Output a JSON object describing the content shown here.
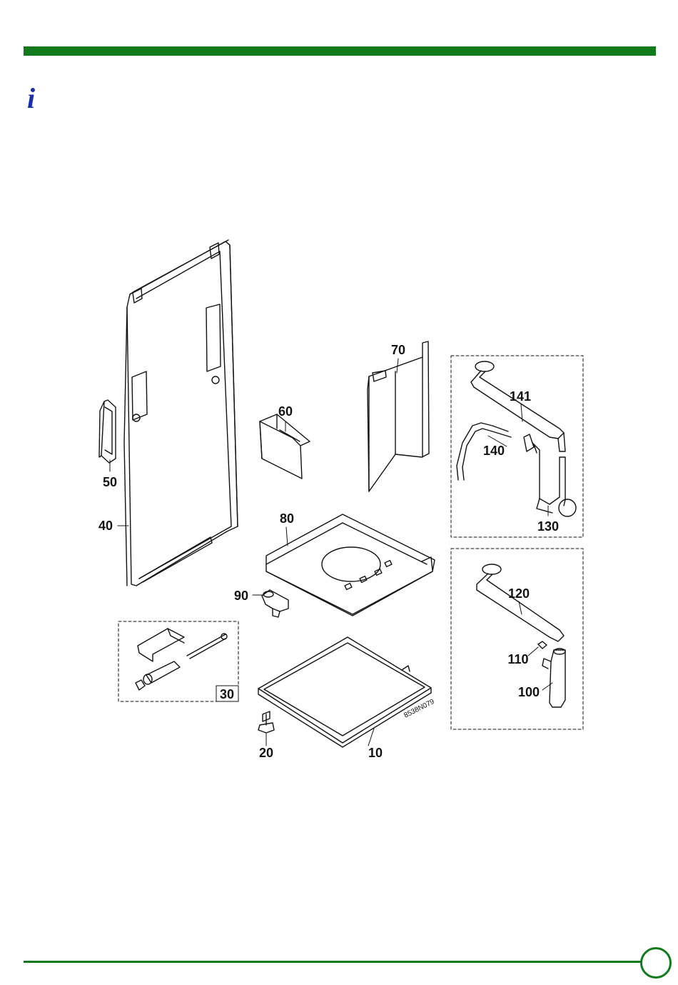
{
  "header": {
    "info_icon": "i"
  },
  "diagram": {
    "part_labels": {
      "p10": "10",
      "p20": "20",
      "p30": "30",
      "p40": "40",
      "p50": "50",
      "p60": "60",
      "p70": "70",
      "p80": "80",
      "p90": "90",
      "p100": "100",
      "p110": "110",
      "p120": "120",
      "p130": "130",
      "p140": "140",
      "p141": "141"
    },
    "drawing_code": "8538N079"
  },
  "footer": {
    "page_number": ""
  },
  "colors": {
    "accent_green": "#117a1c",
    "info_blue": "#1a2fb0"
  }
}
